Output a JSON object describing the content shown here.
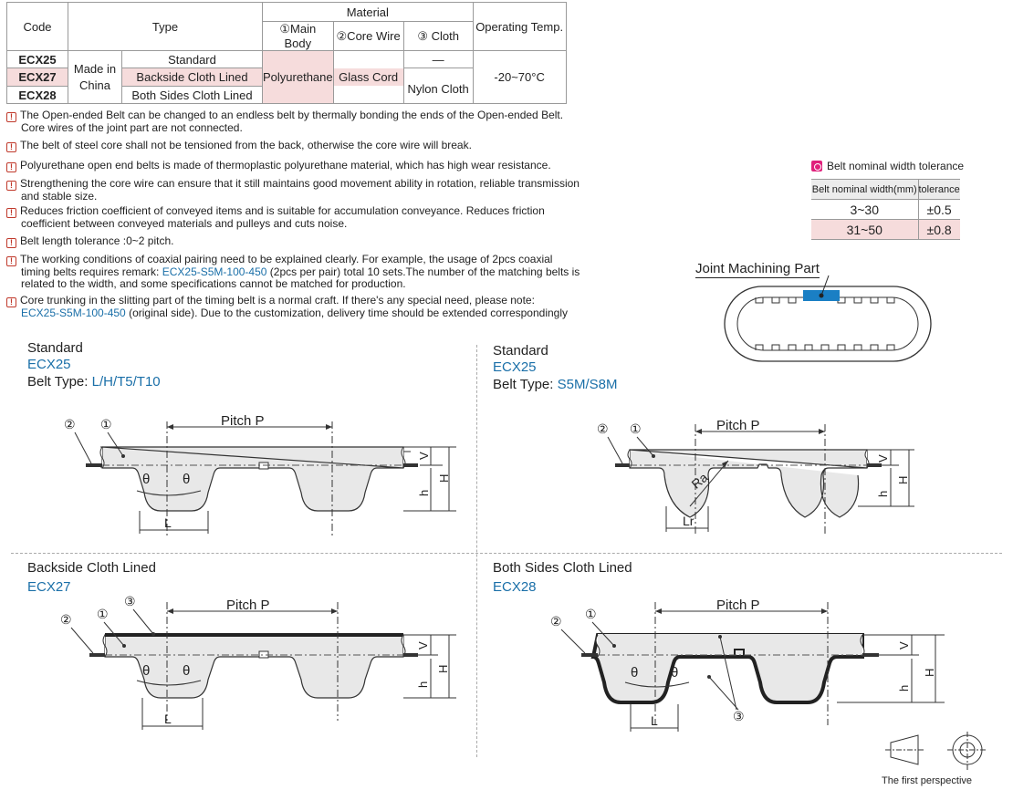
{
  "spec_table": {
    "headers": {
      "code": "Code",
      "type": "Type",
      "material": "Material",
      "main_body": "①Main Body",
      "core_wire": "②Core Wire",
      "cloth": "③ Cloth",
      "operating_temp": "Operating Temp."
    },
    "made_in_line1": "Made in",
    "made_in_line2": "China",
    "rows": [
      {
        "code": "ECX25",
        "type": "Standard",
        "cloth": "—"
      },
      {
        "code": "ECX27",
        "type": "Backside Cloth Lined"
      },
      {
        "code": "ECX28",
        "type": "Both Sides Cloth Lined"
      }
    ],
    "main_body_value": "Polyurethane",
    "core_wire_value": "Glass Cord",
    "cloth_value": "Nylon Cloth",
    "temp_value": "-20~70°C"
  },
  "notes": [
    {
      "line1": "The Open-ended Belt can be changed to an endless belt by thermally bonding the ends of the Open-ended Belt.",
      "line2": "Core wires of the joint part are not connected."
    },
    {
      "line1": "The  belt of steel  core shall not be tensioned from the back, otherwise the core wire will break."
    },
    {
      "line1": "Polyurethane open end belts is made of thermoplastic polyurethane material, which has high wear resistance."
    },
    {
      "line1": "Strengthening the core wire can ensure that it still maintains good movement ability in rotation, reliable transmission",
      "line2": "and stable size."
    },
    {
      "line1": "Reduces friction coefficient of conveyed items and is suitable for accumulation conveyance. Reduces friction",
      "line2": "coefficient between conveyed materials and pulleys and cuts noise."
    },
    {
      "line1": "Belt length tolerance :0~2 pitch."
    }
  ],
  "note7": {
    "a": "The working conditions of coaxial pairing need to be explained clearly. For example, the usage of 2pcs coaxial",
    "b": "timing belts requires remark: ",
    "code": "ECX25-S5M-100-450",
    "c": " (2pcs per pair) total 10 sets.The number of the matching belts is",
    "d": "related to the width, and some specifications cannot be matched for production."
  },
  "note8": {
    "a": "Core trunking in the slitting part of the timing belt is a normal craft. If there's any special need, please note:",
    "code": "ECX25-S5M-100-450",
    "b": " (original side). Due to the customization, delivery time should be extended correspondingly"
  },
  "tolerance": {
    "title": "Belt nominal width tolerance",
    "col1": "Belt nominal width(mm)",
    "col2": "tolerance",
    "rows": [
      {
        "range": "3~30",
        "tol": "±0.5"
      },
      {
        "range": "31~50",
        "tol": "±0.8"
      }
    ]
  },
  "joint": {
    "title": "Joint Machining Part"
  },
  "sections": {
    "s1": {
      "title": "Standard",
      "code": "ECX25",
      "belt_type_label": "Belt Type:",
      "belt_type_value": "L/H/T5/T10"
    },
    "s2": {
      "title": "Standard",
      "code": "ECX25",
      "belt_type_label": "Belt Type:",
      "belt_type_value": "S5M/S8M"
    },
    "s3": {
      "title": "Backside Cloth Lined",
      "code": "ECX27"
    },
    "s4": {
      "title": "Both Sides Cloth Lined",
      "code": "ECX28"
    }
  },
  "drawing_labels": {
    "pitch": "Pitch P",
    "c1": "①",
    "c2": "②",
    "c3": "③",
    "theta": "θ",
    "L": "L",
    "Lr": "Lr",
    "Ra": "Ra",
    "V": "V",
    "H": "H",
    "h": "h"
  },
  "perspective": "The first perspective",
  "colors": {
    "accent_blue": "#1a6fa8",
    "warn_red": "#c0392b",
    "pink": "#f6dcdc",
    "belt_gray": "#e8e8e8",
    "magenta": "#e0217c"
  }
}
